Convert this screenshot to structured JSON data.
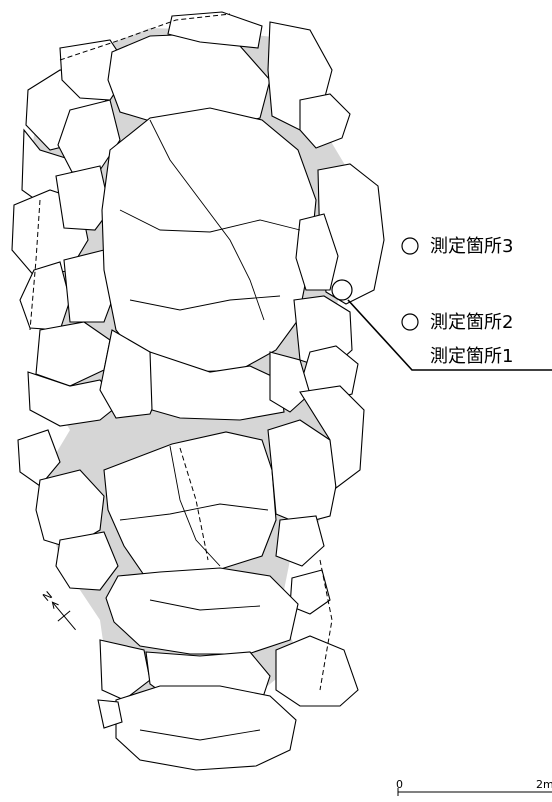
{
  "markers": [
    {
      "id": "marker-3",
      "label": "測定箇所3"
    },
    {
      "id": "marker-2",
      "label": "測定箇所2"
    },
    {
      "id": "marker-1",
      "label": "測定箇所1"
    }
  ],
  "scale_bar": {
    "start_label": "0",
    "end_label": "2m"
  },
  "north_arrow": {
    "letter": "N"
  },
  "colors": {
    "line": "#000000",
    "gap_fill": "#d6d6d6",
    "background": "#ffffff"
  }
}
